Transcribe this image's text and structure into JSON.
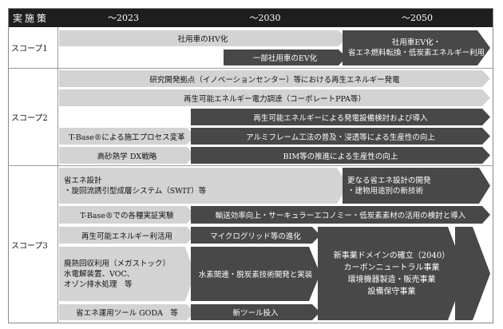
{
  "header": {
    "col1": "実施策",
    "col2": "～2023",
    "col3": "～2030",
    "col4": "～2050"
  },
  "scopes": {
    "s1": "スコープ1",
    "s2": "スコープ2",
    "s3": "スコープ3"
  },
  "scope1": {
    "hv": "社用車のHV化",
    "ev_part": "一部社用車のEV化",
    "ev2050_l1": "社用車EV化・",
    "ev2050_l2": "省エネ燃料転換・低炭素エネルギー利用"
  },
  "scope2": {
    "research": "研究開発拠点（イノベーションセンター）等における再生エネルギー発電",
    "ppa": "再生可能エネルギー電力調達（コーポレートPPA等）",
    "solar": "再生可能エネルギーによる発電設備検討および導入",
    "tbase_label": "T-Base®による施工プロセス変革",
    "aluminum": "アルミフレーム工法の普及・浸透等による生産性の向上",
    "takasago": "高砂熱学 DX戦略",
    "bim": "BIM等の推進による生産性の向上"
  },
  "scope3": {
    "design_l1": "省エネ設計",
    "design_l2": "・旋回流誘引型成層システム（SWIT）等",
    "design2050_l1": "更なる省エネ設計の開発",
    "design2050_l2": "・建物用途別の新技術",
    "tbase_trial": "T-Base®での各種実証実験",
    "transport": "輸送効率向上・サーキュラーエコノミー・低炭素素材の活用の検討と導入",
    "renew_use": "再生可能エネルギー利活用",
    "microgrid": "マイクログリッド等の進化",
    "waste_l1": "廃熱回収利用（メガストック）",
    "waste_l2": "水電解装置、VOC、",
    "waste_l3": "オゾン排水処理　等",
    "hydrogen": "水素関連・脱炭素技術開発と実装",
    "newbiz_l1": "新事業ドメインの確立（2040）",
    "newbiz_l2": "カーボンニュートラル事業",
    "newbiz_l3": "環境機器製造・販売事業",
    "newbiz_l4": "設備保守事業",
    "goda": "省エネ運用ツール GODA　等",
    "newtool": "新ツール投入"
  }
}
